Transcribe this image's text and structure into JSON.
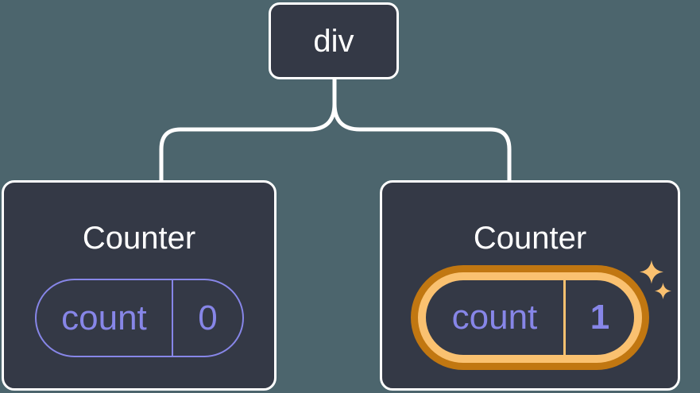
{
  "tree": {
    "root": {
      "label": "div"
    },
    "children": [
      {
        "title": "Counter",
        "state": {
          "key": "count",
          "value": "0"
        },
        "highlighted": false
      },
      {
        "title": "Counter",
        "state": {
          "key": "count",
          "value": "1"
        },
        "highlighted": true
      }
    ]
  },
  "icons": {
    "sparkle_large": "sparkle-icon",
    "sparkle_small": "sparkle-icon"
  },
  "colors": {
    "background": "#4C656D",
    "node_fill": "#343946",
    "node_border": "#FFFFFF",
    "text_primary": "#FFFFFF",
    "state_accent_purple": "#8786E8",
    "highlight_dark_orange": "#C17711",
    "highlight_light_orange": "#FAC170",
    "connector": "#FFFFFF"
  }
}
